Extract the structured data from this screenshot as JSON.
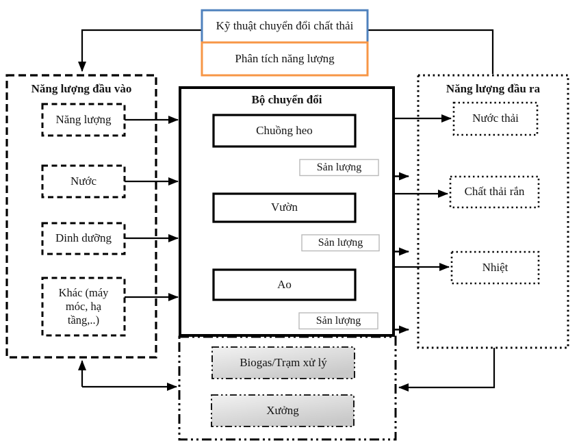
{
  "diagram": {
    "top": {
      "technique_label": "Kỹ thuật chuyển đổi chất thải",
      "analysis_label": "Phân tích năng lượng"
    },
    "input_panel": {
      "title": "Năng lượng đầu vào",
      "items": [
        "Năng lượng",
        "Nước",
        "Dinh dưỡng",
        "Khác (máy móc, hạ tầng,..)"
      ]
    },
    "converter_panel": {
      "title": "Bộ chuyển đổi",
      "units": [
        "Chuồng heo",
        "Vườn",
        "Ao"
      ],
      "yield_label": "Sản lượng"
    },
    "output_panel": {
      "title": "Năng lượng đầu ra",
      "items": [
        "Nước thải",
        "Chất thải rắn",
        "Nhiệt"
      ]
    },
    "bottom_panel": {
      "items": [
        "Biogas/Trạm xử lý",
        "Xưởng"
      ]
    },
    "colors": {
      "technique_border": "#4f81bd",
      "analysis_border": "#f79646",
      "line": "#000000",
      "yield_border": "#b9b9b9",
      "bottom_box_fill_light": "#f2f2f2",
      "bottom_box_fill_dark": "#c9c9c9"
    }
  }
}
